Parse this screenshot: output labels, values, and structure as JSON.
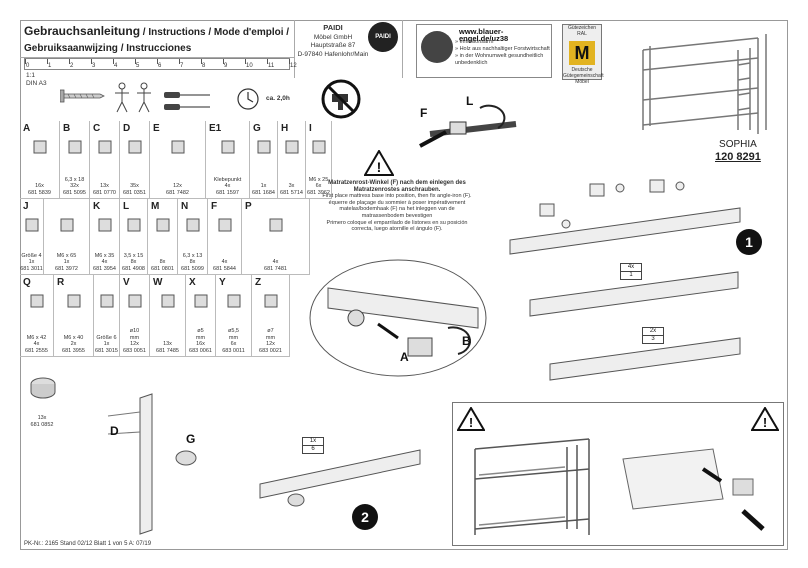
{
  "header": {
    "title": "Gebrauchsanleitung",
    "title_rest": " / Instructions / Mode d'emploi /",
    "title_line2": "Gebruiksaanwijzing / Instrucciones"
  },
  "company": {
    "name": "PAIDI",
    "line1": "Möbel GmbH",
    "line2": "Hauptstraße 87",
    "line3": "D-97840 Hafenlohr/Main",
    "logo_text": "PAIDI"
  },
  "engel": {
    "url": "www.blauer-engel.de/uz38",
    "points": [
      "» emissionsarm",
      "» Holz aus nachhaltiger Forstwirtschaft",
      "» in der Wohnumwelt gesundheitlich",
      "   unbedenklich"
    ]
  },
  "mlogo": {
    "top": "Gütezeichen RAL",
    "letter": "M",
    "bottom": "Deutsche Gütegemeinschaft Möbel"
  },
  "scale": {
    "labels": [
      "0",
      "1",
      "2",
      "3",
      "4",
      "5",
      "6",
      "7",
      "8",
      "9",
      "10",
      "11",
      "12"
    ]
  },
  "scale_note": {
    "ratio": "1:1",
    "format": "DIN A3"
  },
  "time": "ca. 2,0h",
  "product": {
    "name": "SOPHIA",
    "number": "120 8291"
  },
  "parts_row1": [
    {
      "letter": "A",
      "qty": "16x",
      "code": "681 5839"
    },
    {
      "letter": "B",
      "qty": "6,3 x 18\n32x",
      "code": "681 5095"
    },
    {
      "letter": "C",
      "qty": "13x",
      "code": "681 0770"
    },
    {
      "letter": "D",
      "qty": "35x",
      "code": "681 0351"
    },
    {
      "letter": "E",
      "qty": "12x",
      "code": "681 7482"
    },
    {
      "letter": "E1",
      "qty": "Klebepunkt\n4x",
      "code": "681 1597"
    },
    {
      "letter": "G",
      "qty": "1x",
      "code": "681 1684"
    },
    {
      "letter": "H",
      "qty": "3x",
      "code": "681 5714"
    },
    {
      "letter": "I",
      "qty": "M6 x 25\n6x",
      "code": "681 3962"
    }
  ],
  "parts_row2": [
    {
      "letter": "J",
      "qty": "Größe 4\n1x",
      "code": "681 3011"
    },
    {
      "letter": "",
      "qty": "M6 x 65\n1x",
      "code": "681 3972"
    },
    {
      "letter": "K",
      "qty": "M6 x 35\n4x",
      "code": "681 3954"
    },
    {
      "letter": "L",
      "qty": "3,5 x 15\n8x",
      "code": "681 4908"
    },
    {
      "letter": "M",
      "qty": "8x",
      "code": "681 0801"
    },
    {
      "letter": "N",
      "qty": "6,3 x 13\n8x",
      "code": "681 5099"
    },
    {
      "letter": "F",
      "qty": "4x",
      "code": "681 5844"
    },
    {
      "letter": "P",
      "qty": "4x",
      "code": "681 7481"
    }
  ],
  "parts_row3": [
    {
      "letter": "Q",
      "qty": "M6 x 42\n4x",
      "code": "681 2555"
    },
    {
      "letter": "R",
      "qty": "M6 x 40\n2x",
      "code": "681 3955"
    },
    {
      "letter": "",
      "qty": "Größe 6\n1x",
      "code": "681 3015"
    },
    {
      "letter": "V",
      "qty": "ø10\nmm\n12x",
      "code": "683 0051"
    },
    {
      "letter": "W",
      "qty": "13x",
      "code": "681 7485"
    },
    {
      "letter": "X",
      "qty": "ø5\nmm\n16x",
      "code": "683 0061"
    },
    {
      "letter": "Y",
      "qty": "ø5,5\nmm\n6x",
      "code": "683 0011"
    },
    {
      "letter": "Z",
      "qty": "ø7\nmm\n12x",
      "code": "683 0021"
    }
  ],
  "part_extra": {
    "qty": "13x",
    "code": "681 0852"
  },
  "warning": {
    "title": "Matratzenrost-Winkel (F) nach dem einlegen des Matratzenrostes anschrauben.",
    "en": "First place mattress base into position, then fix angle-iron (F).",
    "fr": "équerre de plaçage du sommier à poser impérativement matelas/bodemhaak (F) na het inleggen van de matrassenbodem bevestigen",
    "es": "Primero coloque el emparrilado de listones en su posición correcta, luego atornille el ángulo (F)."
  },
  "labels": {
    "F": "F",
    "L": "L",
    "A": "A",
    "B": "B",
    "D": "D",
    "G": "G"
  },
  "step1": {
    "number": "1",
    "box1_top": "4x",
    "box1_bottom": "1",
    "box2_top": "2x",
    "box2_bottom": "3"
  },
  "step2": {
    "number": "2",
    "box_top": "1x",
    "box_bottom": "6"
  },
  "footer": "PK-Nr.: 2165   Stand 02/12   Blatt 1 von 5   A: 07/19"
}
